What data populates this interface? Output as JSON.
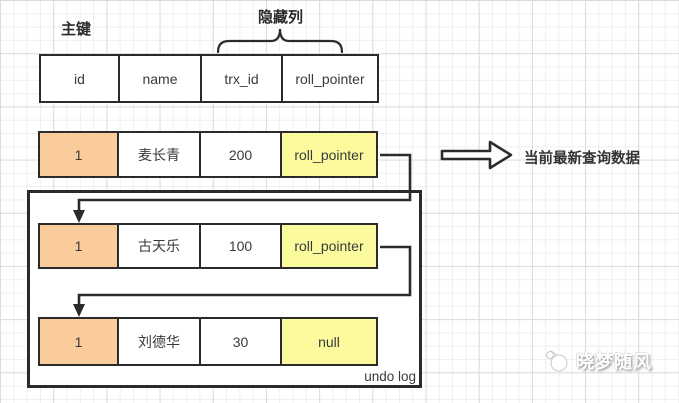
{
  "diagram": {
    "annotations": {
      "primary_key_label": "主键",
      "hidden_columns_label": "隐藏列",
      "latest_data_note": "当前最新查询数据",
      "undo_log_label": "undo log"
    },
    "header_columns": [
      "id",
      "name",
      "trx_id",
      "roll_pointer"
    ],
    "rows": [
      {
        "id": "1",
        "name": "麦长青",
        "trx_id": "200",
        "roll_pointer": "roll_pointer"
      },
      {
        "id": "1",
        "name": "古天乐",
        "trx_id": "100",
        "roll_pointer": "roll_pointer"
      },
      {
        "id": "1",
        "name": "刘德华",
        "trx_id": "30",
        "roll_pointer": "null"
      }
    ],
    "colors": {
      "id_cell_fill": "#facb9b",
      "pointer_cell_fill": "#fbfb9e",
      "line": "#2b2b2b"
    },
    "watermark": "晓梦随风"
  }
}
